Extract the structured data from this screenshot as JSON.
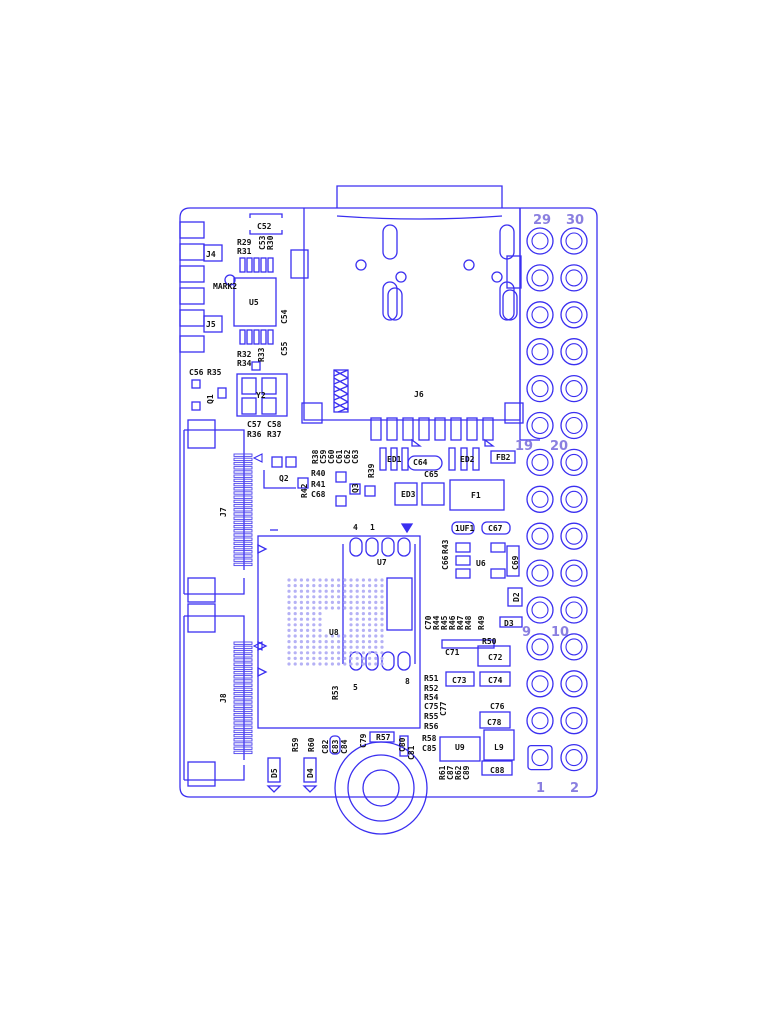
{
  "colors": {
    "outline": "#3a2ff0",
    "pad": "#4d43ee",
    "silk": "#111111",
    "pin_number": "#8a7fe0",
    "bga": "#b5b1f5"
  },
  "header_pins": {
    "top_left": "29",
    "top_right": "30",
    "mid_upper_left": "19",
    "mid_upper_right": "20",
    "mid_lower_left": "9",
    "mid_lower_right": "10",
    "bottom_left": "1",
    "bottom_right": "2"
  },
  "designators": {
    "C52": "C52",
    "R29": "R29",
    "R31": "R31",
    "C53": "C53",
    "R30": "R30",
    "J4": "J4",
    "MARK2": "MARK2",
    "U5": "U5",
    "C54": "C54",
    "J5": "J5",
    "R32": "R32",
    "R34": "R34",
    "R33": "R33",
    "C55": "C55",
    "C56": "C56",
    "R35": "R35",
    "Q1": "Q1",
    "Y2": "Y2",
    "C57": "C57",
    "C58": "C58",
    "R36": "R36",
    "R37": "R37",
    "J6": "J6",
    "J7": "J7",
    "J8": "J8",
    "R38": "R38",
    "C59": "C59",
    "C60": "C60",
    "C61": "C61",
    "C62": "C62",
    "C63": "C63",
    "R39": "R39",
    "R40": "R40",
    "R41": "R41",
    "R42": "R42",
    "C68": "C68",
    "Q2": "Q2",
    "Q3": "Q3",
    "ED1": "ED1",
    "ED2": "ED2",
    "ED3": "ED3",
    "FB2": "FB2",
    "C64": "C64",
    "C65": "C65",
    "F1": "F1",
    "UVF1": "1UF1",
    "C67": "C67",
    "U7": "U7",
    "U8": "U8",
    "U6": "U6",
    "C66": "C66",
    "R43": "R43",
    "C69": "C69",
    "D2": "D2",
    "D3": "D3",
    "C70": "C70",
    "R44": "R44",
    "R45": "R45",
    "R46": "R46",
    "R47": "R47",
    "R48": "R48",
    "R49": "R49",
    "R50": "R50",
    "C71": "C71",
    "C72": "C72",
    "C73": "C73",
    "C74": "C74",
    "R51": "R51",
    "R52": "R52",
    "R54": "R54",
    "C75": "C75",
    "C77": "C77",
    "R55": "R55",
    "C76": "C76",
    "C78": "C78",
    "R56": "R56",
    "R58": "R58",
    "C85": "C85",
    "U9": "U9",
    "L9": "L9",
    "R61": "R61",
    "C87": "C87",
    "R62": "R62",
    "C89": "C89",
    "C88": "C88",
    "R53": "R53",
    "C79": "C79",
    "R57": "R57",
    "C80": "C80",
    "C81": "C81",
    "R59": "R59",
    "R60": "R60",
    "C82": "C82",
    "C83": "C83",
    "C84": "C84",
    "D5": "D5",
    "D4": "D4"
  },
  "pin_markers": {
    "u7_4": "4",
    "u7_1": "1",
    "u7_5": "5",
    "u7_8": "8"
  }
}
